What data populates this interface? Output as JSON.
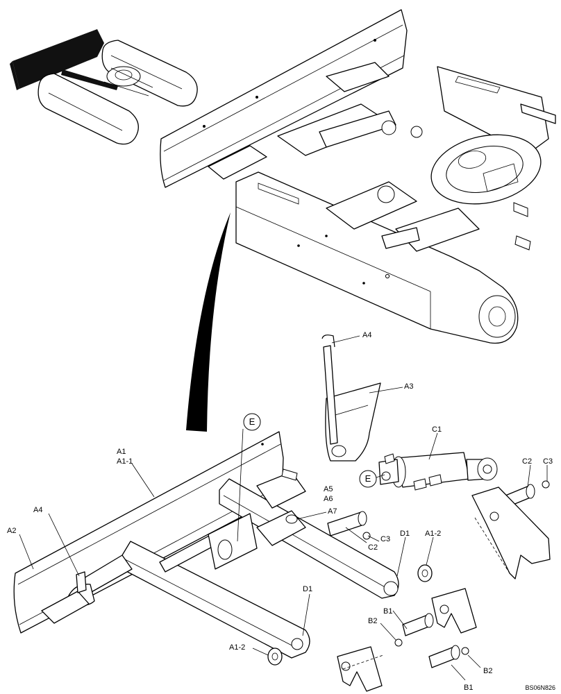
{
  "diagram": {
    "reference_code": "BS06N826",
    "detail_marker": "E",
    "callouts": {
      "A1": "A1",
      "A1_1": "A1-1",
      "A2": "A2",
      "A3": "A3",
      "A4_top": "A4",
      "A4_left": "A4",
      "A5": "A5",
      "A6": "A6",
      "A7": "A7",
      "A1_2_right": "A1-2",
      "A1_2_bottom": "A1-2",
      "B1_mid": "B1",
      "B1_bottom": "B1",
      "B2_mid": "B2",
      "B2_bottom": "B2",
      "C1": "C1",
      "C2_right": "C2",
      "C2_mid": "C2",
      "C3_right": "C3",
      "C3_mid": "C3",
      "D1_right": "D1",
      "D1_bottom": "D1"
    }
  }
}
